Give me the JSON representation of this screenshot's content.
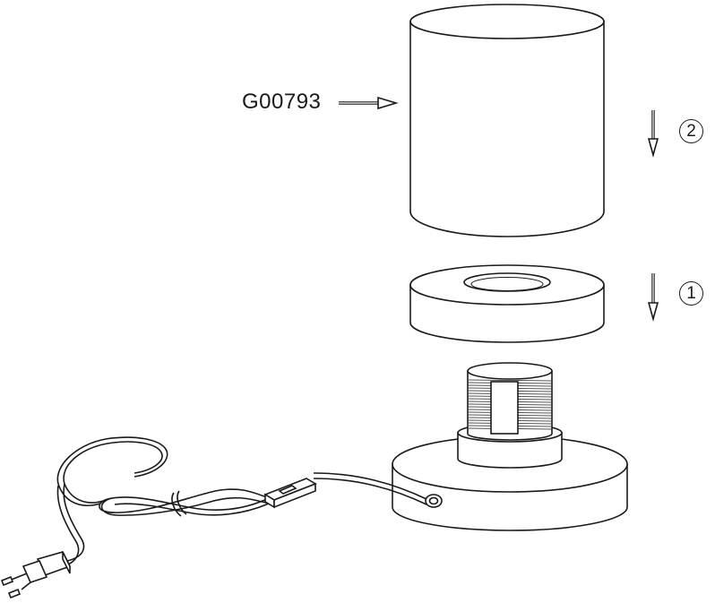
{
  "diagram": {
    "part_number": "G00793",
    "steps": [
      {
        "id": "step-2",
        "number": "2"
      },
      {
        "id": "step-1",
        "number": "1"
      }
    ],
    "parts": [
      {
        "name": "lamp-shade-cylinder"
      },
      {
        "name": "ring-collar"
      },
      {
        "name": "threaded-socket"
      },
      {
        "name": "base"
      },
      {
        "name": "power-cord"
      },
      {
        "name": "inline-switch"
      },
      {
        "name": "plug"
      }
    ]
  }
}
